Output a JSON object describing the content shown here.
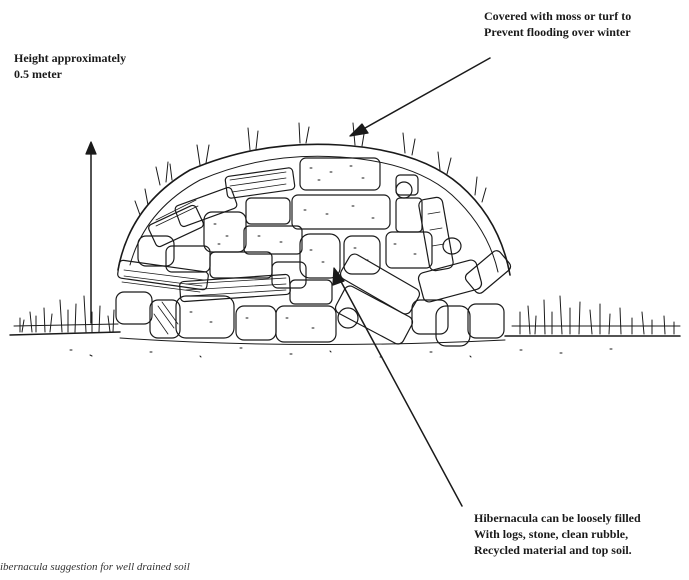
{
  "labels": {
    "height_line1": "Height approximately",
    "height_line2": "0.5 meter",
    "cover_line1": "Covered with moss or turf to",
    "cover_line2": "Prevent flooding over winter",
    "fill_line1": "Hibernacula can be loosely filled",
    "fill_line2": "With logs, stone, clean rubble,",
    "fill_line3": "Recycled material and top soil."
  },
  "caption": "ibernacula suggestion for well drained soil",
  "colors": {
    "ink": "#1a1a1a",
    "background": "#ffffff"
  }
}
